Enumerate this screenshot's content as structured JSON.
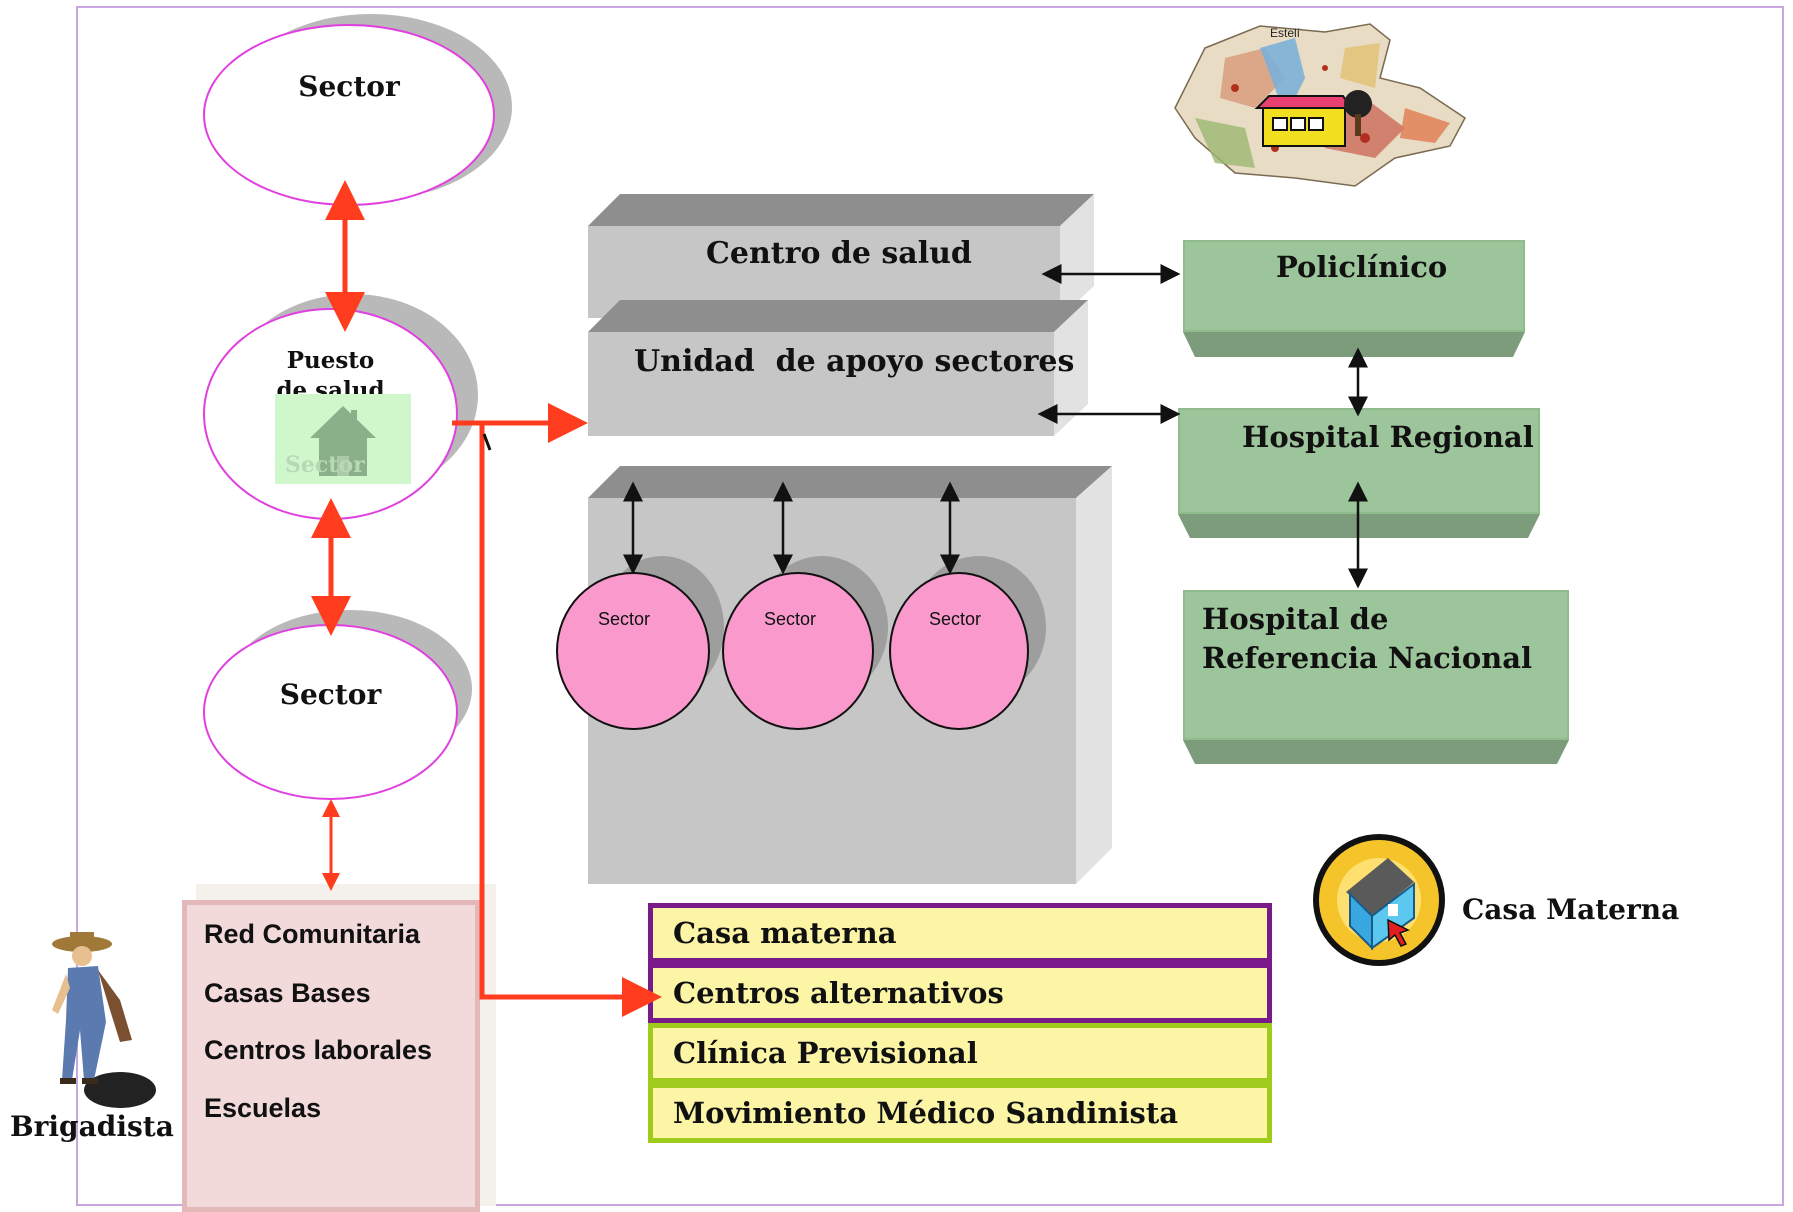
{
  "diagram": {
    "sector_top": "Sector",
    "puesto_de_salud": "Puesto de salud",
    "puesto_overlay_label": "Sector",
    "sector_middle": "Sector",
    "centro_de_salud": "Centro de salud",
    "unidad_apoyo": "Unidad  de apoyo sectores",
    "sub_sectors": [
      "Sector",
      "Sector",
      "Sector"
    ],
    "policlinico": "Policlínico",
    "hospital_regional": "Hospital Regional",
    "hospital_referencia": "Hospital de Referencia Nacional",
    "map_label": "Estelí",
    "community_items": [
      "Red Comunitaria",
      "Casas Bases",
      "Centros laborales",
      "Escuelas"
    ],
    "brigadista": "Brigadista",
    "bars": [
      "Casa materna",
      "Centros alternativos",
      "Clínica Previsional",
      "Movimiento Médico Sandinista"
    ],
    "casa_materna_label": "Casa Materna"
  },
  "colors": {
    "arrow_red": "#ff3c1e",
    "ellipse_border": "#e040e0",
    "green_box": "#9dc59b",
    "pink_circle": "#f999cc",
    "yellow_bar": "#fbf5a5",
    "purple_border": "#7a1a8a",
    "green_border": "#9fcc1c"
  },
  "icons": [
    "map-icon",
    "health-post-house-icon",
    "brigadista-farmer-icon",
    "casa-materna-house-icon"
  ]
}
